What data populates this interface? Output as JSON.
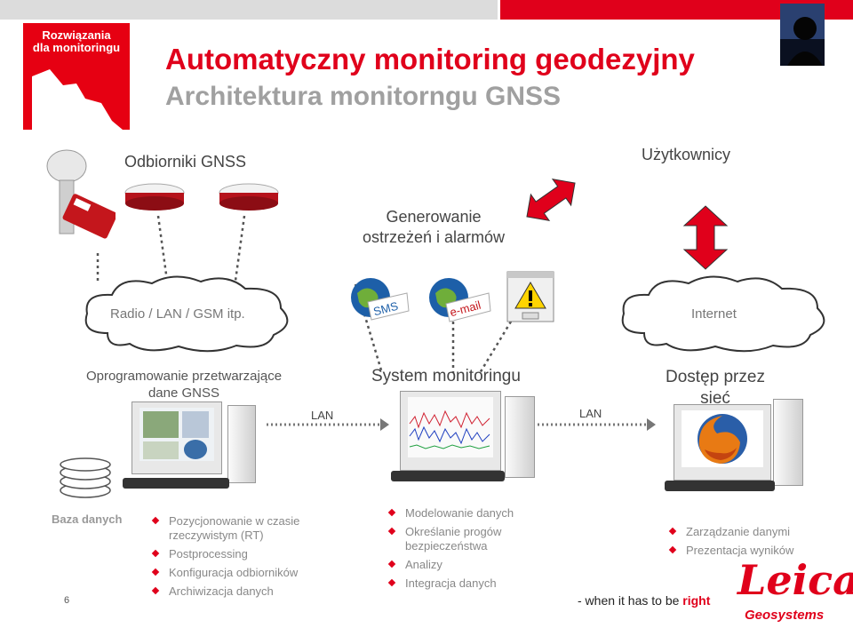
{
  "logo_badge": "Rozwiązania\ndla monitoringu",
  "title": "Automatyczny monitoring geodezyjny",
  "subtitle": "Architektura monitorngu GNSS",
  "labels": {
    "receivers": "Odbiorniki GNSS",
    "users": "Użytkownicy",
    "alerts": "Generowanie\nostrzeżeń i alarmów",
    "cloud_left": "Radio / LAN / GSM itp.",
    "cloud_right": "Internet",
    "sms": "SMS",
    "email": "e-mail",
    "sw_title": "Oprogramowanie przetwarzające\ndane GNSS",
    "sys_title": "System monitoringu",
    "web_title": "Dostęp przez\nsieć",
    "lan1": "LAN",
    "lan2": "LAN",
    "db": "Baza danych"
  },
  "bullets_sw": [
    "Pozycjonowanie w czasie rzeczywistym (RT)",
    "Postprocessing",
    "Konfiguracja odbiorników",
    "Archiwizacja danych"
  ],
  "bullets_sys": [
    "Modelowanie danych",
    "Określanie progów bezpieczeństwa",
    "Analizy",
    "Integracja danych"
  ],
  "bullets_web": [
    "Zarządzanie danymi",
    "Prezentacja wyników"
  ],
  "page_number": "6",
  "tagline_prefix": "- when it has to be ",
  "tagline_accent": "right",
  "brand": "Leica",
  "brand_sub": "Geosystems",
  "colors": {
    "accent": "#e0001b",
    "grey_title": "#a0a0a0"
  }
}
